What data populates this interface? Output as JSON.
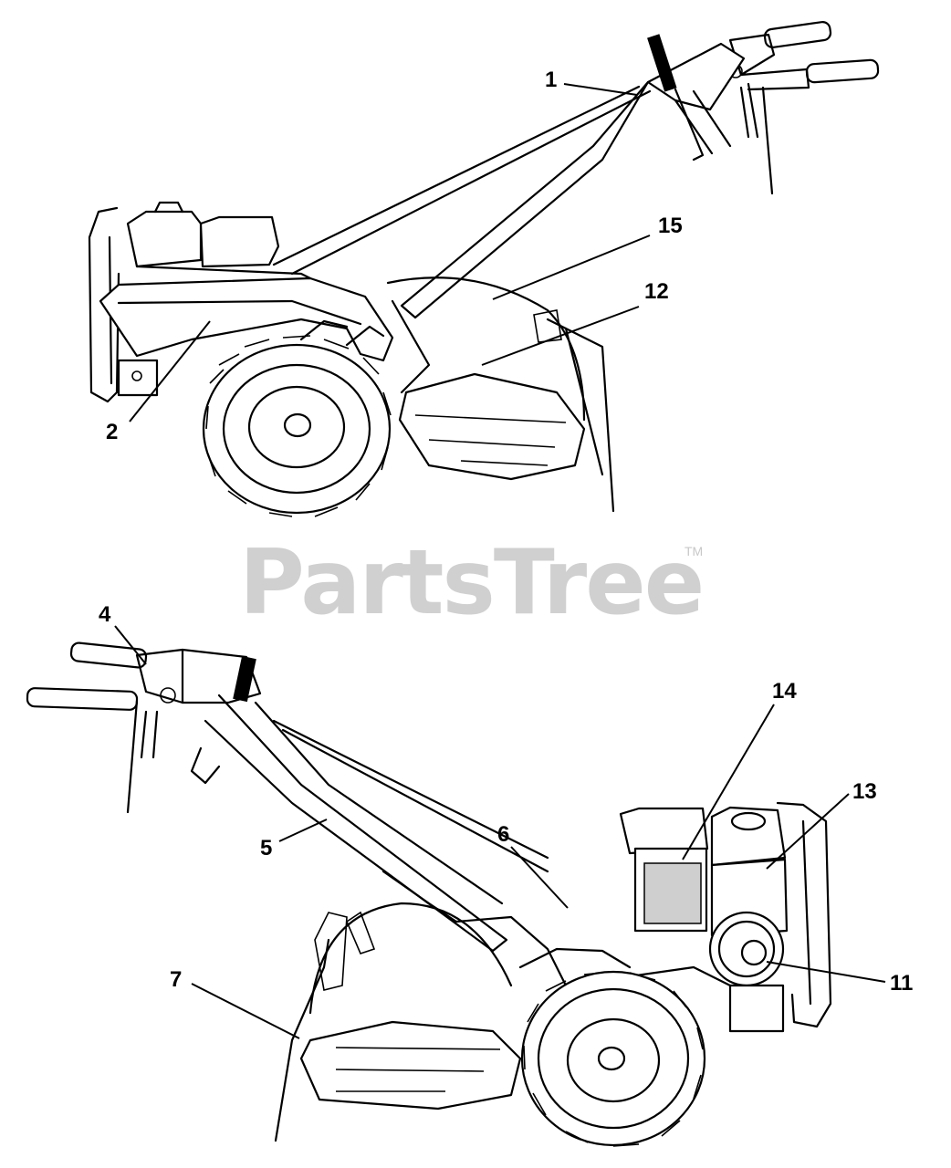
{
  "watermark": {
    "brand": "PartsTree",
    "trademark": "TM"
  },
  "callouts": {
    "c1": "1",
    "c2": "2",
    "c4": "4",
    "c5": "5",
    "c6": "6",
    "c7": "7",
    "c11": "11",
    "c12": "12",
    "c13": "13",
    "c14": "14",
    "c15": "15"
  }
}
